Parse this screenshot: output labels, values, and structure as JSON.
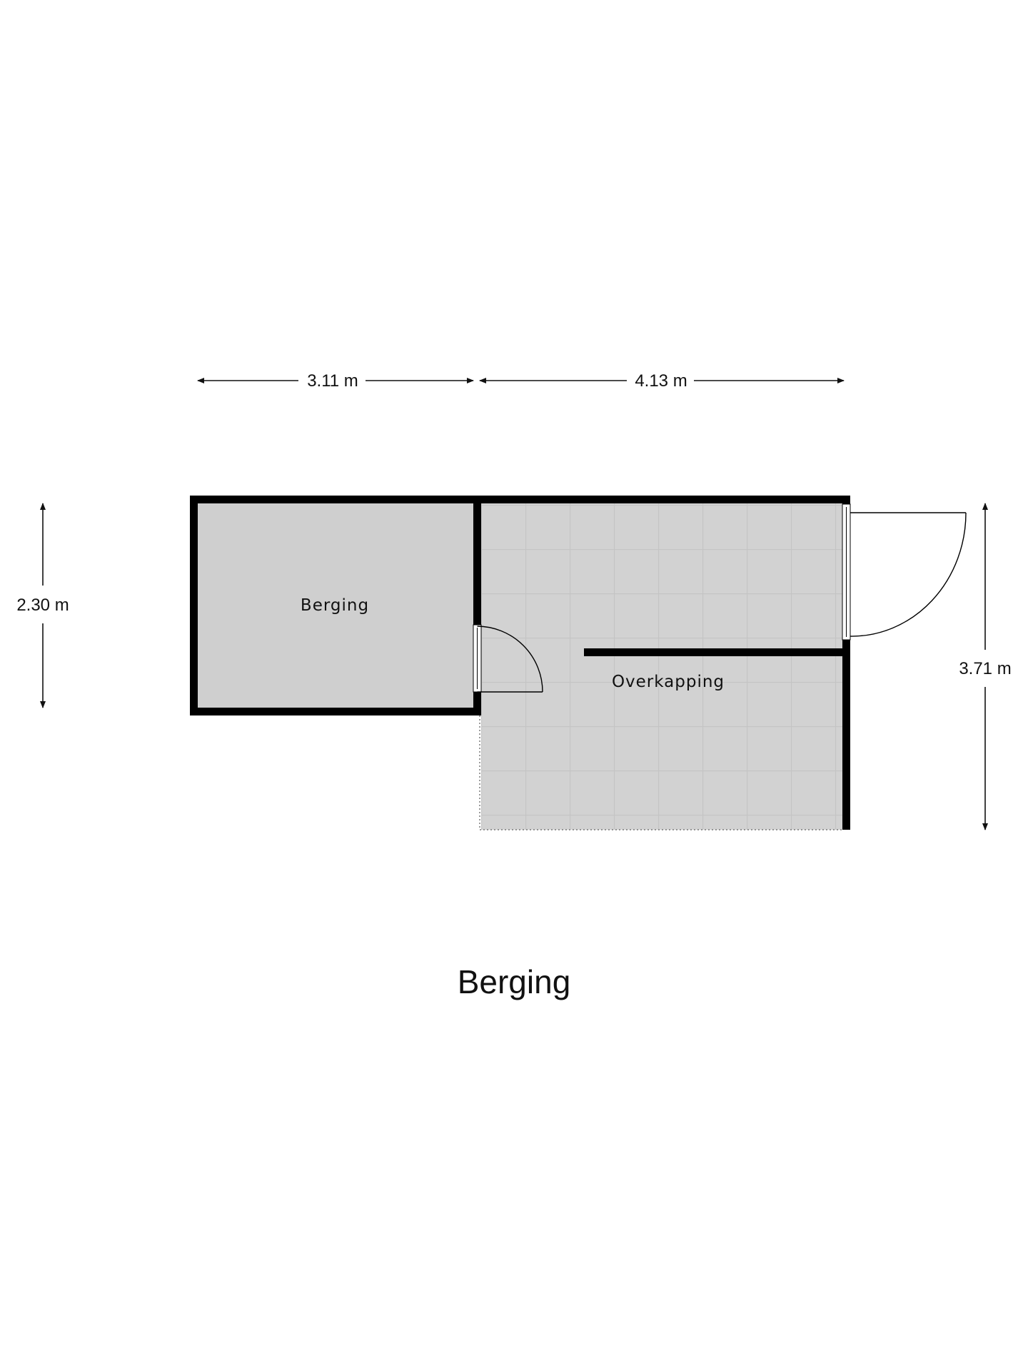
{
  "plan_title": "Berging",
  "rooms": {
    "berging": "Berging",
    "overkapping": "Overkapping"
  },
  "dimensions": {
    "top_left_width": "3.11 m",
    "top_right_width": "4.13 m",
    "left_height": "2.30 m",
    "right_height": "3.71 m"
  },
  "colors": {
    "wall": "#000000",
    "berging_floor": "#cfcfcf",
    "overkapping_floor": "#d2d2d2",
    "tile_line": "#c6c6c6",
    "dimension_line": "#111111"
  }
}
